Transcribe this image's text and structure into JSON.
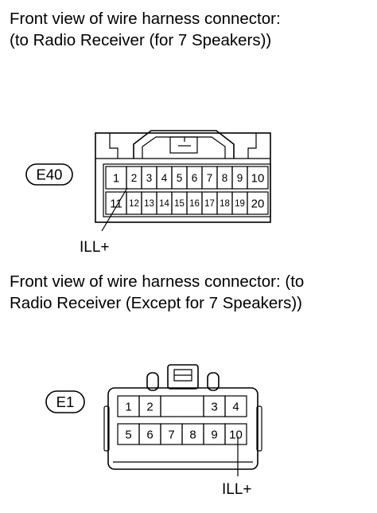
{
  "captions": {
    "top_line1": "Front view of wire harness connector:",
    "top_line2": "(to Radio Receiver (for 7 Speakers))",
    "bottom_line1": "Front view of wire harness connector: (to",
    "bottom_line2": "Radio Receiver (Except for 7 Speakers))"
  },
  "connectors": {
    "e40": {
      "id": "E40",
      "pins_top": [
        "1",
        "2",
        "3",
        "4",
        "5",
        "6",
        "7",
        "8",
        "9",
        "10"
      ],
      "pins_bottom": [
        "11",
        "12",
        "13",
        "14",
        "15",
        "16",
        "17",
        "18",
        "19",
        "20"
      ],
      "signal_label": "ILL+",
      "signal_pin": "11"
    },
    "e1": {
      "id": "E1",
      "pins_top": [
        "1",
        "2",
        "3",
        "4"
      ],
      "pins_bottom": [
        "5",
        "6",
        "7",
        "8",
        "9",
        "10"
      ],
      "signal_label": "ILL+",
      "signal_pin": "10"
    }
  }
}
